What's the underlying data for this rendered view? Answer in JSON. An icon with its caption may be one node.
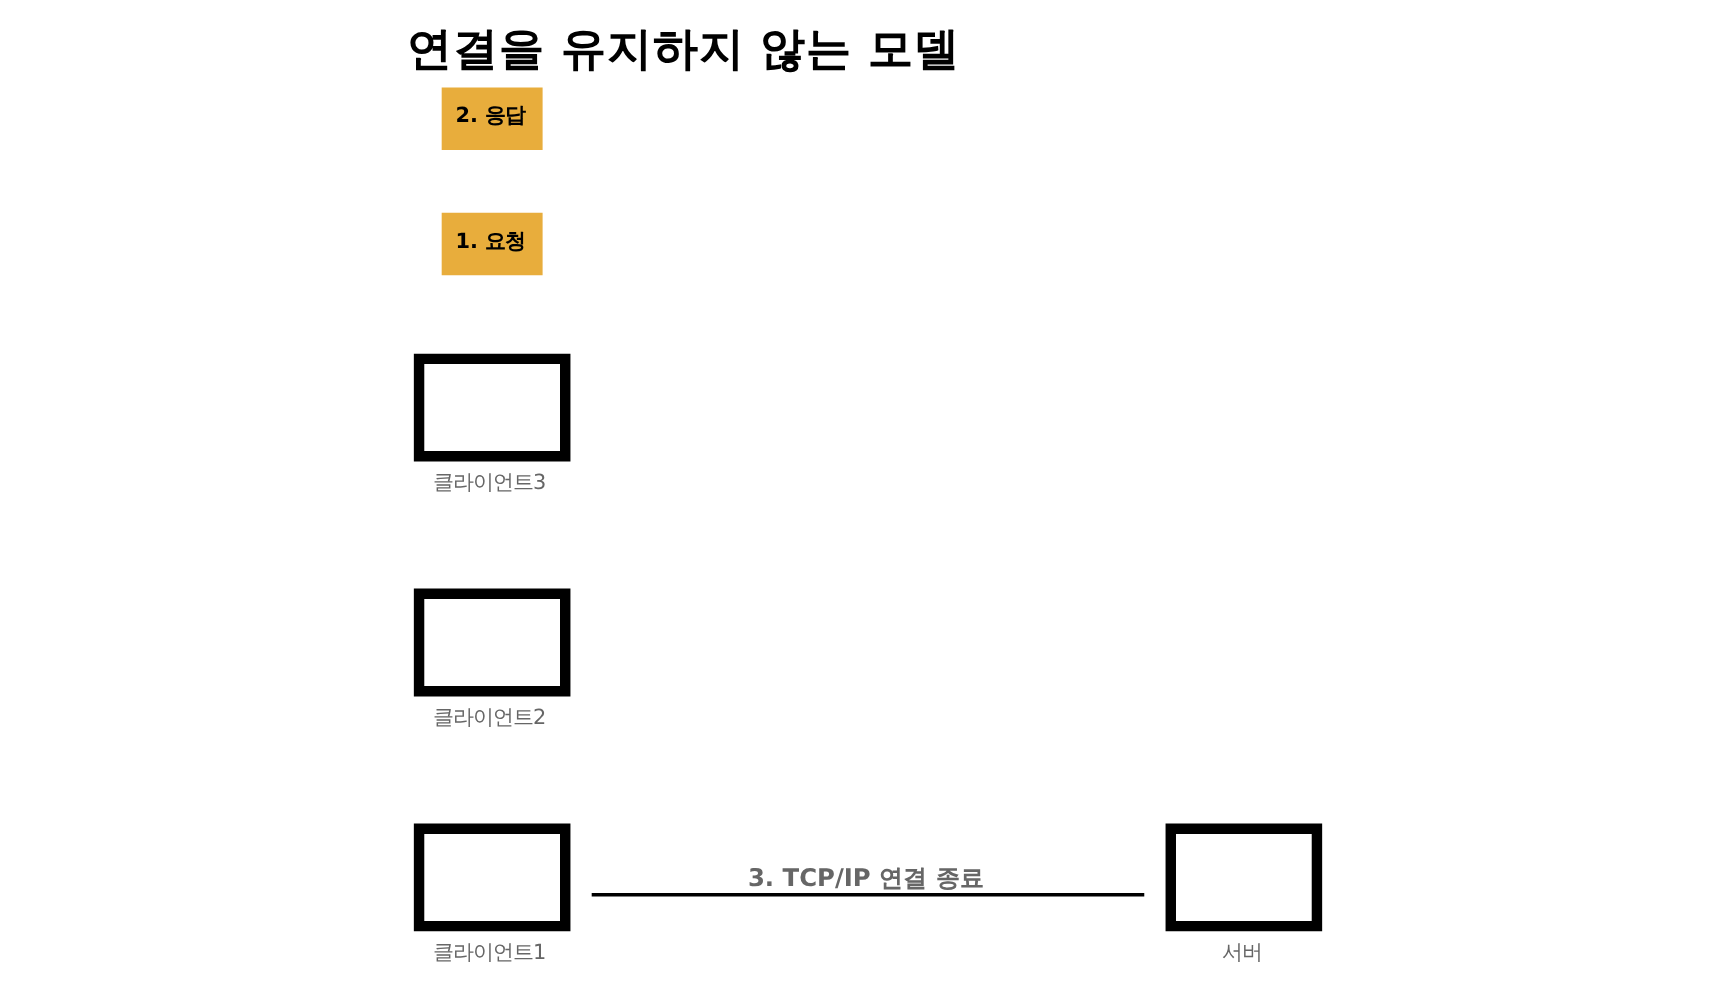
{
  "diagram": {
    "title": "연결을 유지하지 않는 모델",
    "nodes": [
      {
        "text": [],
        "shape": "box",
        "beside": [
          "클라이언트1"
        ]
      },
      {
        "text": [],
        "shape": "box",
        "beside": [
          "클라이언트2"
        ]
      },
      {
        "text": [],
        "shape": "box",
        "beside": [
          "클라이언트3"
        ]
      },
      {
        "text": [],
        "shape": "box",
        "beside": [
          "서버"
        ]
      },
      {
        "text": [
          "1. 요청"
        ]
      },
      {
        "text": [
          "2. 응답"
        ]
      }
    ],
    "edges": [
      {
        "from": 0,
        "to": 3,
        "arrow": "none",
        "label": "3. TCP/IP 연결 종료"
      }
    ]
  }
}
